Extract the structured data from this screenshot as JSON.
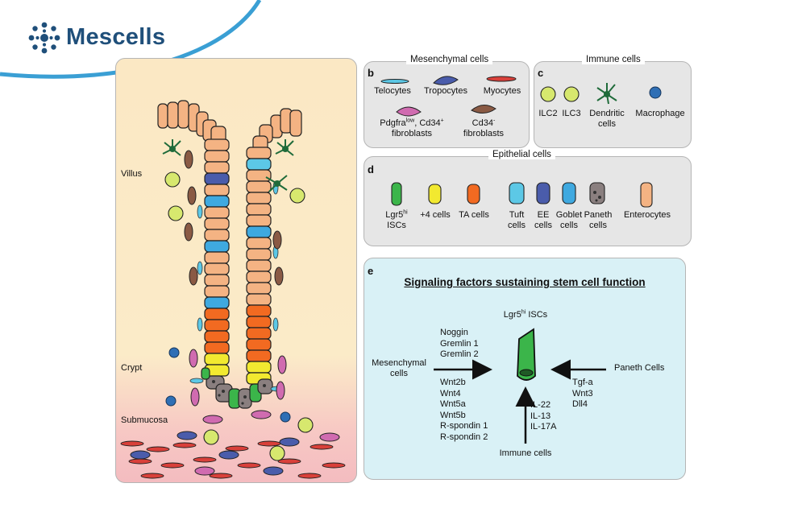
{
  "logo": {
    "brand": "Mescells",
    "icon": "cell-cluster-icon"
  },
  "panel_a": {
    "regions": {
      "villus": "Villus",
      "crypt": "Crypt",
      "submucosa": "Submucosa"
    }
  },
  "panel_b": {
    "letter": "b",
    "title": "Mesenchymal cells",
    "telocytes": "Telocytes",
    "tropocytes": "Tropocytes",
    "myocytes": "Myocytes",
    "pdgfra_main": "Pdgfra",
    "pdgfra_sup": "low",
    "pdgfra_mid": ", Cd34",
    "pdgfra_sup2": "+",
    "pdgfra_line2": "fibroblasts",
    "cd34_main": "Cd34",
    "cd34_sup": "-",
    "cd34_line2": "fibroblasts"
  },
  "panel_c": {
    "letter": "c",
    "title": "Immune cells",
    "ilc2": "ILC2",
    "ilc3": "ILC3",
    "dendritic_1": "Dendritic",
    "dendritic_2": "cells",
    "macrophage": "Macrophage"
  },
  "panel_d": {
    "letter": "d",
    "title": "Epithelial cells",
    "lgr5_main": "Lgr5",
    "lgr5_sup": "hi",
    "lgr5_line2": "ISCs",
    "plus4": "+4 cells",
    "ta": "TA cells",
    "tuft_1": "Tuft",
    "tuft_2": "cells",
    "ee_1": "EE",
    "ee_2": "cells",
    "goblet_1": "Goblet",
    "goblet_2": "cells",
    "paneth_1": "Paneth",
    "paneth_2": "cells",
    "enterocytes": "Enterocytes"
  },
  "panel_e": {
    "letter": "e",
    "title": "Signaling factors sustaining stem cell function",
    "center_main": "Lgr5",
    "center_sup": "hi",
    "center_rest": " ISCs",
    "mesenchymal_1": "Mesenchymal",
    "mesenchymal_2": "cells",
    "mes_factors_top": [
      "Noggin",
      "Gremlin 1",
      "Gremlin 2"
    ],
    "mes_factors_bottom": [
      "Wnt2b",
      "Wnt4",
      "Wnt5a",
      "Wnt5b",
      "R-spondin 1",
      "R-spondin 2"
    ],
    "immune_factors": [
      "IL-22",
      "IL-13",
      "IL-17A"
    ],
    "immune_label": "Immune cells",
    "paneth_label": "Paneth Cells",
    "paneth_factors": [
      "Tgf-a",
      "Wnt3",
      "Dll4"
    ]
  },
  "colors": {
    "brand": "#1f4f7a",
    "swoosh": "#3a9fd4",
    "lgr5": "#3bb54a",
    "plus4": "#f2e930",
    "ta": "#f26a21",
    "tuft": "#5cc8e6",
    "ee": "#4a5cab",
    "goblet": "#3fa9e0",
    "paneth": "#8a7f7f",
    "enterocyte": "#f4b383",
    "ilc": "#d7e86e",
    "dendritic": "#1f6b3a",
    "macrophage": "#2f6fb5",
    "myocyte": "#d9403a",
    "pdgfra": "#d06bb0",
    "cd34neg": "#8a5a44",
    "panel_e_bg": "#d9f1f6",
    "panel_bcd_bg": "#e6e6e6"
  }
}
